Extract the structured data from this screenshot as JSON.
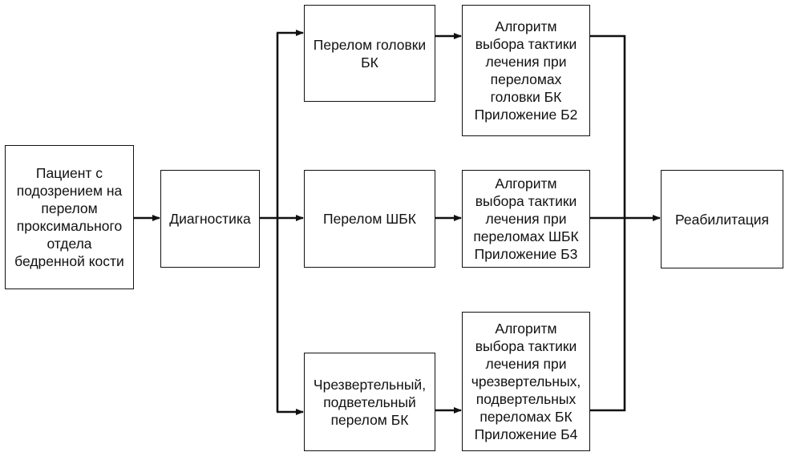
{
  "nodes": {
    "patient": "Пациент с\nподозрением на\nперелом\nпроксимального\nотдела\nбедренной кости",
    "diagnostics": "Диагностика",
    "head_fracture": "Перелом головки\nБК",
    "neck_fracture": "Перелом ШБК",
    "trochanteric_fracture": "Чрезвертельный,\nподветельный\nперелом БК",
    "algo_head": "Алгоритм\nвыбора тактики\nлечения  при\nпереломах\nголовки БК\nПриложение Б2",
    "algo_neck": "Алгоритм\nвыбора тактики\nлечения при\nпереломах ШБК\nПриложение Б3",
    "algo_trochanteric": "Алгоритм\nвыбора тактики\nлечения при\nчрезвертельных,\nподвертельных\nпереломах БК\nПриложение Б4",
    "rehabilitation": "Реабилитация"
  },
  "colors": {
    "line": "#111111",
    "background": "#ffffff"
  }
}
